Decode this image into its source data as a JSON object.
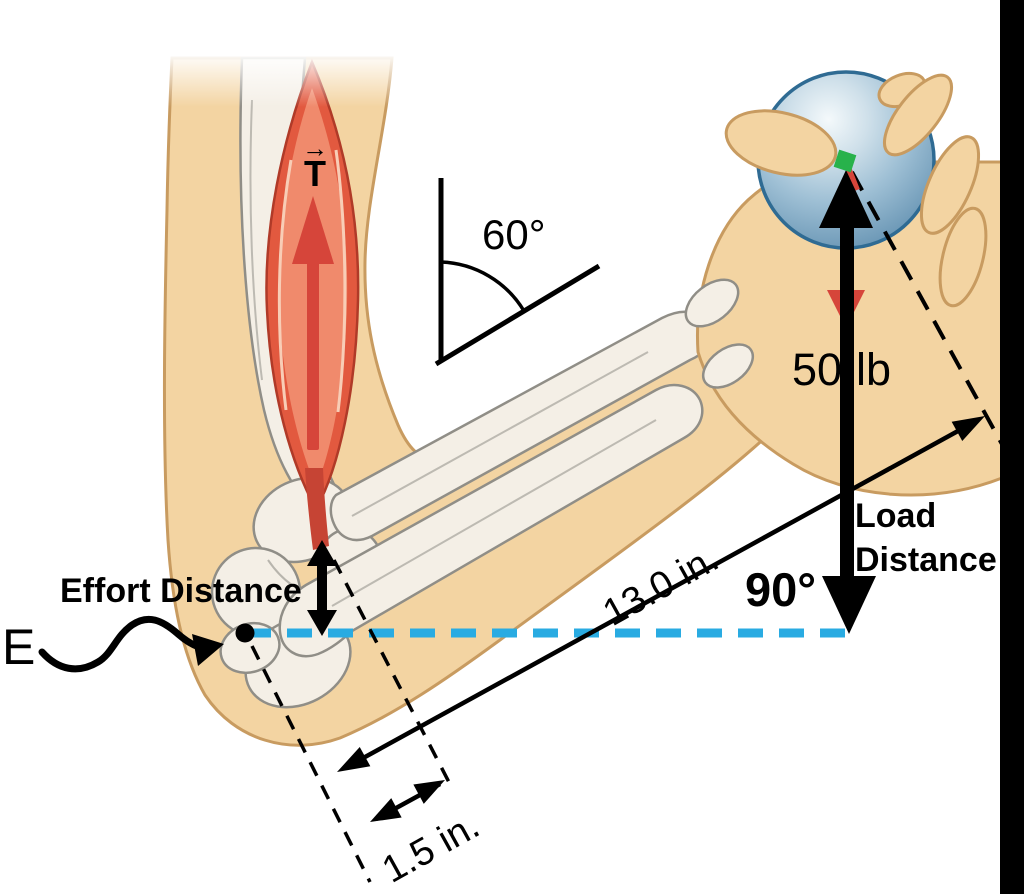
{
  "labels": {
    "tension": "T",
    "biceps_angle": "60°",
    "load_value": "50",
    "load_unit": "lb",
    "load_distance_line1": "Load",
    "load_distance_line2": "Distance",
    "load_angle": "90°",
    "forearm_length": "13.0 in.",
    "effort_distance": "Effort Distance",
    "effort_point": "E",
    "effort_arm_length": "1.5 in."
  },
  "icons": {
    "vector_arrow": "→"
  },
  "colors": {
    "skin": "#f3d4a2",
    "skin_outline": "#c89b60",
    "bone": "#f4efe6",
    "bone_outline": "#908e87",
    "muscle": "#e2593f",
    "muscle_inner": "#f08a6c",
    "muscle_sheath": "#f8cdb6",
    "tendon": "#c64434",
    "force_red": "#d6453a",
    "reference_line": "#29abe2",
    "annotation": "#000000",
    "ball_outline": "#2f6b93",
    "ball_light": "#f4f9fb",
    "ball_mid": "#9fc0d5",
    "ball_dark": "#6391b1",
    "marker_green": "#28b24b",
    "crop_bar": "#000000"
  }
}
